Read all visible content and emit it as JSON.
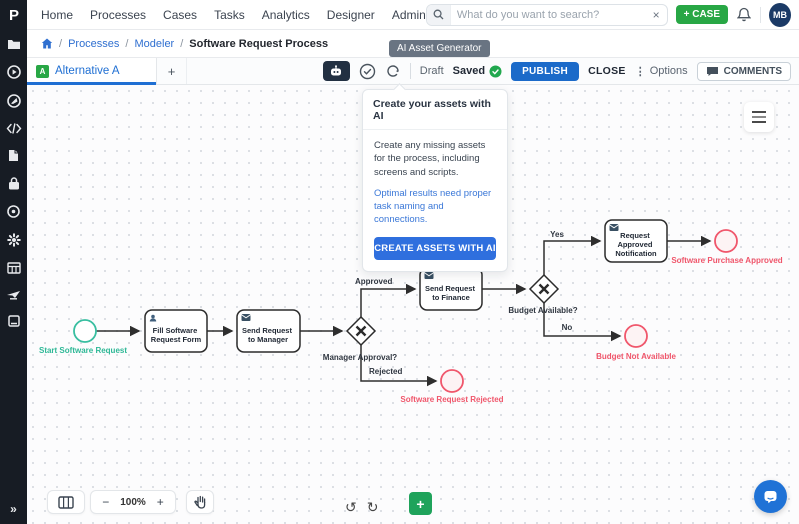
{
  "colors": {
    "accent_blue": "#1f6fd3",
    "publish_blue": "#1b6ac9",
    "cta_blue": "#2f6fde",
    "green": "#28a745",
    "teal": "#38bea0",
    "red": "#f0566b",
    "sidebar_dark": "#171c24"
  },
  "sidebar": {
    "logo": "P",
    "collapse": "»",
    "icons": [
      "folder",
      "play-circle",
      "screens",
      "code",
      "script-file",
      "vault-lock",
      "status-clock",
      "settings-gear",
      "tables-grid",
      "data-plane",
      "card-reader"
    ]
  },
  "navbar": {
    "menu": [
      "Home",
      "Processes",
      "Cases",
      "Tasks",
      "Analytics",
      "Designer",
      "Admin"
    ],
    "search": {
      "placeholder": "What do you want to search?",
      "clear": "×"
    },
    "case_button": "+ CASE",
    "avatar": "MB"
  },
  "breadcrumb": {
    "separator": "/",
    "links": [
      "Processes",
      "Modeler"
    ],
    "current": "Software Request Process"
  },
  "tabbar": {
    "active_tab": {
      "badge": "A",
      "label": "Alternative A"
    },
    "new_tab": "+"
  },
  "toolbar": {
    "tooltip": "AI Asset Generator",
    "draft": "Draft",
    "saved": "Saved",
    "publish": "PUBLISH",
    "close": "CLOSE",
    "options_icon": "⋮",
    "options": "Options",
    "comments": "COMMENTS"
  },
  "ai_popup": {
    "title": "Create your assets with AI",
    "body": "Create any missing assets for the process, including screens and scripts.",
    "hint": "Optimal results need proper task naming and connections.",
    "cta": "CREATE ASSETS WITH AI"
  },
  "diagram": {
    "start": {
      "label": "Start Software Request"
    },
    "tasks": [
      {
        "lines": [
          "Fill Software",
          "Request Form"
        ],
        "icon": "user"
      },
      {
        "lines": [
          "Send Request",
          "to Manager"
        ],
        "icon": "envelope"
      },
      {
        "lines": [
          "Send Request",
          "to Finance"
        ],
        "icon": "envelope"
      },
      {
        "lines": [
          "Request",
          "Approved",
          "Notification"
        ],
        "icon": "envelope"
      }
    ],
    "gateways": [
      {
        "label": "Manager Approval?"
      },
      {
        "label": "Budget Available?"
      }
    ],
    "edge_labels": {
      "approved": "Approved",
      "rejected": "Rejected",
      "yes": "Yes",
      "no": "No"
    },
    "ends": [
      {
        "label": "Software Request Rejected"
      },
      {
        "label": "Budget Not Available"
      },
      {
        "label": "Software Purchase Approved"
      }
    ]
  },
  "controls": {
    "zoom_out": "−",
    "zoom_level": "100%",
    "zoom_in": "+",
    "undo": "↺",
    "redo": "↻",
    "add": "+"
  }
}
